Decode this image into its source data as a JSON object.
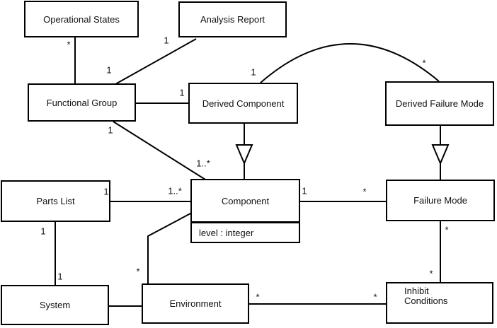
{
  "diagram": {
    "kind": "UML class diagram",
    "background_color": "#ffffff",
    "line_color": "#000000",
    "text_color": "#000000"
  },
  "nodes": {
    "operational_states": {
      "label": "Operational States"
    },
    "analysis_report": {
      "label": "Analysis Report"
    },
    "functional_group": {
      "label": "Functional Group"
    },
    "derived_component": {
      "label": "Derived Component"
    },
    "derived_failure_mode": {
      "label": "Derived Failure Mode"
    },
    "parts_list": {
      "label": "Parts List"
    },
    "component": {
      "label": "Component",
      "attribute": "level : integer"
    },
    "failure_mode": {
      "label": "Failure Mode"
    },
    "system": {
      "label": "System"
    },
    "environment": {
      "label": "Environment"
    },
    "inhibit_conditions": {
      "label": "Inhibit Conditions"
    }
  },
  "multiplicities": [
    {
      "text": "*",
      "at": "Operational States end of Operational States-Functional Group"
    },
    {
      "text": "1",
      "at": "Functional Group end of Analysis Report-Functional Group"
    },
    {
      "text": "1",
      "at": "Analysis Report end of Analysis Report-Functional Group"
    },
    {
      "text": "1",
      "at": "Functional Group end of Functional Group-Derived Component"
    },
    {
      "text": "1",
      "at": "Derived Component end of arc to Derived Failure Mode"
    },
    {
      "text": "*",
      "at": "Derived Failure Mode end of arc from Derived Component"
    },
    {
      "text": "1",
      "at": "Functional Group end of Functional Group-Component"
    },
    {
      "text": "1..*",
      "at": "Component end of Functional Group-Component"
    },
    {
      "text": "1",
      "at": "Parts List end of Parts List-Component"
    },
    {
      "text": "1..*",
      "at": "Component end of Parts List-Component"
    },
    {
      "text": "1",
      "at": "Component end of Component-Failure Mode"
    },
    {
      "text": "*",
      "at": "Failure Mode end of Component-Failure Mode"
    },
    {
      "text": "*",
      "at": "Failure Mode end of Failure Mode-Inhibit Conditions"
    },
    {
      "text": "1",
      "at": "Parts List end of Parts List-System"
    },
    {
      "text": "1",
      "at": "System end of Parts List-System"
    },
    {
      "text": "*",
      "at": "Environment end of Component-Environment"
    },
    {
      "text": "*",
      "at": "Environment end of Environment-Inhibit Conditions"
    },
    {
      "text": "*",
      "at": "Inhibit Conditions end of Environment-Inhibit Conditions"
    },
    {
      "text": "*",
      "at": "Inhibit Conditions end of Failure Mode-Inhibit Conditions"
    }
  ],
  "edges": [
    {
      "from": "Operational States",
      "to": "Functional Group",
      "type": "association",
      "labels": [
        "*",
        "1"
      ]
    },
    {
      "from": "Analysis Report",
      "to": "Functional Group",
      "type": "association",
      "labels": [
        "1",
        "1"
      ]
    },
    {
      "from": "Functional Group",
      "to": "Derived Component",
      "type": "association",
      "labels": [
        "1"
      ]
    },
    {
      "from": "Functional Group",
      "to": "Component",
      "type": "association",
      "labels": [
        "1",
        "1..*"
      ]
    },
    {
      "from": "Derived Component",
      "to": "Component",
      "type": "generalization"
    },
    {
      "from": "Derived Component",
      "to": "Derived Failure Mode",
      "type": "association-arc",
      "labels": [
        "1",
        "*"
      ]
    },
    {
      "from": "Derived Failure Mode",
      "to": "Failure Mode",
      "type": "generalization"
    },
    {
      "from": "Parts List",
      "to": "Component",
      "type": "association",
      "labels": [
        "1",
        "1..*"
      ]
    },
    {
      "from": "Component",
      "to": "Failure Mode",
      "type": "association",
      "labels": [
        "1",
        "*"
      ]
    },
    {
      "from": "Parts List",
      "to": "System",
      "type": "association",
      "labels": [
        "1",
        "1"
      ]
    },
    {
      "from": "System",
      "to": "Environment",
      "type": "association"
    },
    {
      "from": "Component",
      "to": "Environment",
      "type": "association",
      "labels": [
        "*"
      ]
    },
    {
      "from": "Environment",
      "to": "Inhibit Conditions",
      "type": "association",
      "labels": [
        "*",
        "*"
      ]
    },
    {
      "from": "Failure Mode",
      "to": "Inhibit Conditions",
      "type": "association",
      "labels": [
        "*",
        "*"
      ]
    }
  ]
}
